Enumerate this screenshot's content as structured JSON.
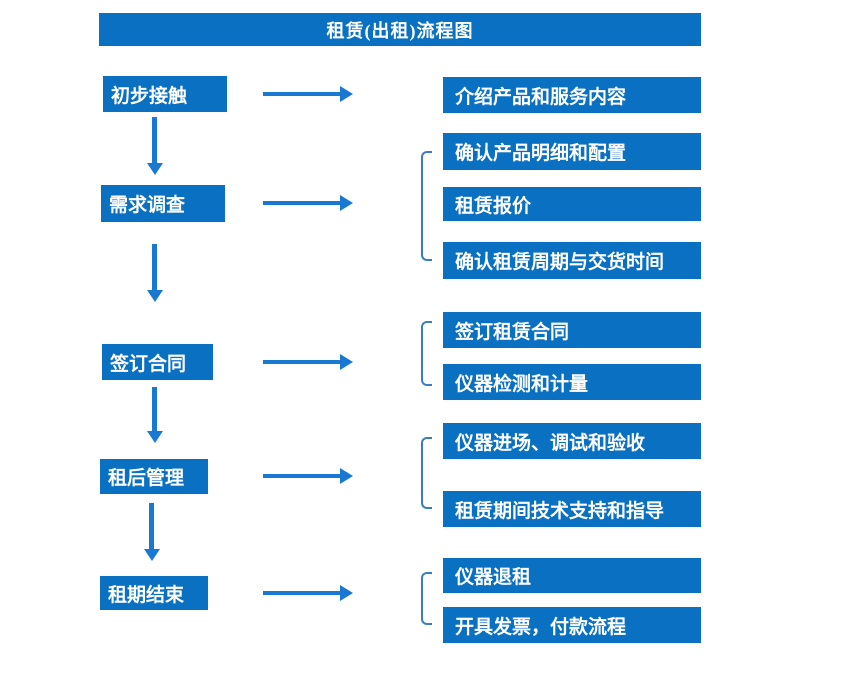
{
  "title": "租赁(出租)流程图",
  "colors": {
    "box_blue": "#0A70C2",
    "arrow_blue": "#1878D2",
    "bracket_blue": "#3A7DBF",
    "text_white": "#FFFFFF",
    "background": "#FFFFFF"
  },
  "steps": [
    {
      "label": "初步接触",
      "details": [
        "介绍产品和服务内容"
      ]
    },
    {
      "label": "需求调查",
      "details": [
        "确认产品明细和配置",
        "租赁报价",
        "确认租赁周期与交货时间"
      ]
    },
    {
      "label": "签订合同",
      "details": [
        "签订租赁合同",
        "仪器检测和计量"
      ]
    },
    {
      "label": "租后管理",
      "details": [
        "仪器进场、调试和验收",
        "租赁期间技术支持和指导"
      ]
    },
    {
      "label": "租期结束",
      "details": [
        "仪器退租",
        "开具发票，付款流程"
      ]
    }
  ]
}
